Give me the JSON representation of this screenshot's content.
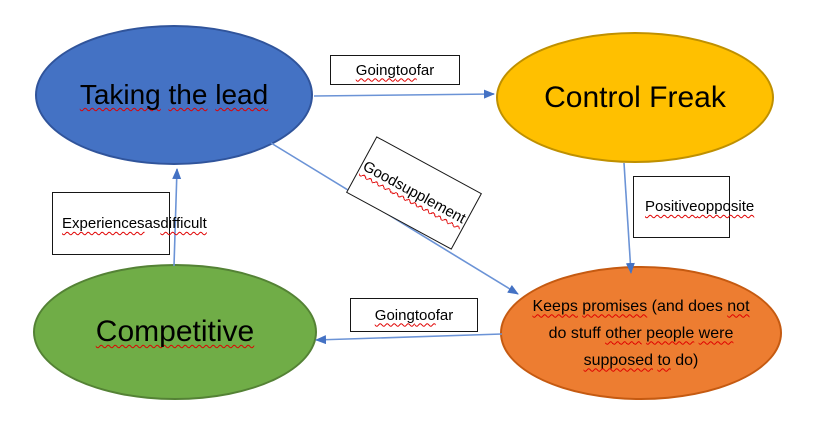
{
  "colors": {
    "arrow": "#6b93d6",
    "arrowhead": "#4472c4",
    "wavy": "#e00000"
  },
  "nodes": {
    "taking_the_lead": {
      "fill": "#4472c4",
      "border": "#30549b",
      "segments": [
        {
          "t": "Taking",
          "w": 1
        },
        {
          "t": " ",
          "w": 0
        },
        {
          "t": "the",
          "w": 1
        },
        {
          "t": " ",
          "w": 0
        },
        {
          "t": "lead",
          "w": 1
        }
      ]
    },
    "control_freak": {
      "fill": "#ffc000",
      "border": "#bf9000",
      "segments": [
        {
          "t": "Control Freak",
          "w": 0
        }
      ]
    },
    "competitive": {
      "fill": "#70ad47",
      "border": "#548235",
      "segments": [
        {
          "t": "Competitive",
          "w": 1
        }
      ]
    },
    "keeps_promises": {
      "fill": "#ed7d31",
      "border": "#c55a11",
      "segments": [
        {
          "t": "Keeps",
          "w": 1
        },
        {
          "t": " ",
          "w": 0
        },
        {
          "t": "promises",
          "w": 1
        },
        {
          "t": " (and does ",
          "w": 0
        },
        {
          "t": "not",
          "w": 1
        },
        {
          "br": 1
        },
        {
          "t": "do stuff ",
          "w": 0
        },
        {
          "t": "other",
          "w": 1
        },
        {
          "t": " ",
          "w": 0
        },
        {
          "t": "people",
          "w": 1
        },
        {
          "t": " ",
          "w": 0
        },
        {
          "t": "were",
          "w": 1
        },
        {
          "br": 1
        },
        {
          "t": "supposed",
          "w": 1
        },
        {
          "t": " ",
          "w": 0
        },
        {
          "t": "to",
          "w": 1
        },
        {
          "t": " do)",
          "w": 0
        }
      ]
    }
  },
  "edge_labels": {
    "going_too_far_top": {
      "segments": [
        {
          "t": "Going",
          "w": 1
        },
        {
          "t": " ",
          "w": 0
        },
        {
          "t": "too",
          "w": 1
        },
        {
          "t": " far",
          "w": 0
        }
      ]
    },
    "good_supplement": {
      "segments": [
        {
          "t": "Good",
          "w": 1
        },
        {
          "br": 1
        },
        {
          "t": "supplement",
          "w": 1
        }
      ]
    },
    "positive_opposite": {
      "segments": [
        {
          "t": "Positive",
          "w": 1
        },
        {
          "br": 1
        },
        {
          "t": "opposite",
          "w": 1
        }
      ]
    },
    "experiences_as_difficult": {
      "segments": [
        {
          "t": "Experiences",
          "w": 1
        },
        {
          "br": 1
        },
        {
          "t": "as ",
          "w": 0
        },
        {
          "t": "difficult",
          "w": 1
        }
      ]
    },
    "going_too_far_bottom": {
      "segments": [
        {
          "t": "Going",
          "w": 1
        },
        {
          "t": " ",
          "w": 0
        },
        {
          "t": "too",
          "w": 1
        },
        {
          "t": " far",
          "w": 0
        }
      ]
    }
  },
  "edges": [
    {
      "from": "Taking the lead",
      "to": "Control Freak",
      "label": "Going too far"
    },
    {
      "from": "Control Freak",
      "to": "Keeps promises (and does not do stuff other people were supposed to do)",
      "label": "Positive opposite"
    },
    {
      "from": "Taking the lead",
      "to": "Keeps promises (and does not do stuff other people were supposed to do)",
      "label": "Good supplement"
    },
    {
      "from": "Keeps promises (and does not do stuff other people were supposed to do)",
      "to": "Competitive",
      "label": "Going too far"
    },
    {
      "from": "Competitive",
      "to": "Taking the lead",
      "label": "Experiences as difficult"
    }
  ]
}
